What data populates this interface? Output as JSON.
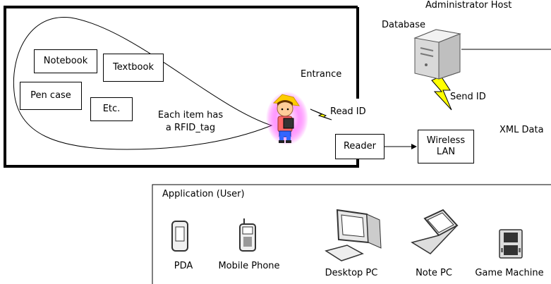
{
  "admin_host": {
    "title": "Administrator Host",
    "database_label": "Database"
  },
  "classroom": {
    "items": [
      "Notebook",
      "Textbook",
      "Pen case",
      "Etc."
    ],
    "tag_note_line1": "Each item has",
    "tag_note_line2": "a RFID_tag",
    "entrance_label": "Entrance"
  },
  "flow": {
    "read_id": "Read ID",
    "send_id": "Send ID",
    "reader": "Reader",
    "wireless_line1": "Wireless",
    "wireless_line2": "LAN",
    "xml_data": "XML Data"
  },
  "application": {
    "title": "Application (User)",
    "devices": [
      "PDA",
      "Mobile Phone",
      "Desktop PC",
      "Note PC",
      "Game Machine"
    ]
  },
  "colors": {
    "bolt": "#ffff00",
    "glow": "#ff66ff",
    "server": "#e6e6e6"
  }
}
